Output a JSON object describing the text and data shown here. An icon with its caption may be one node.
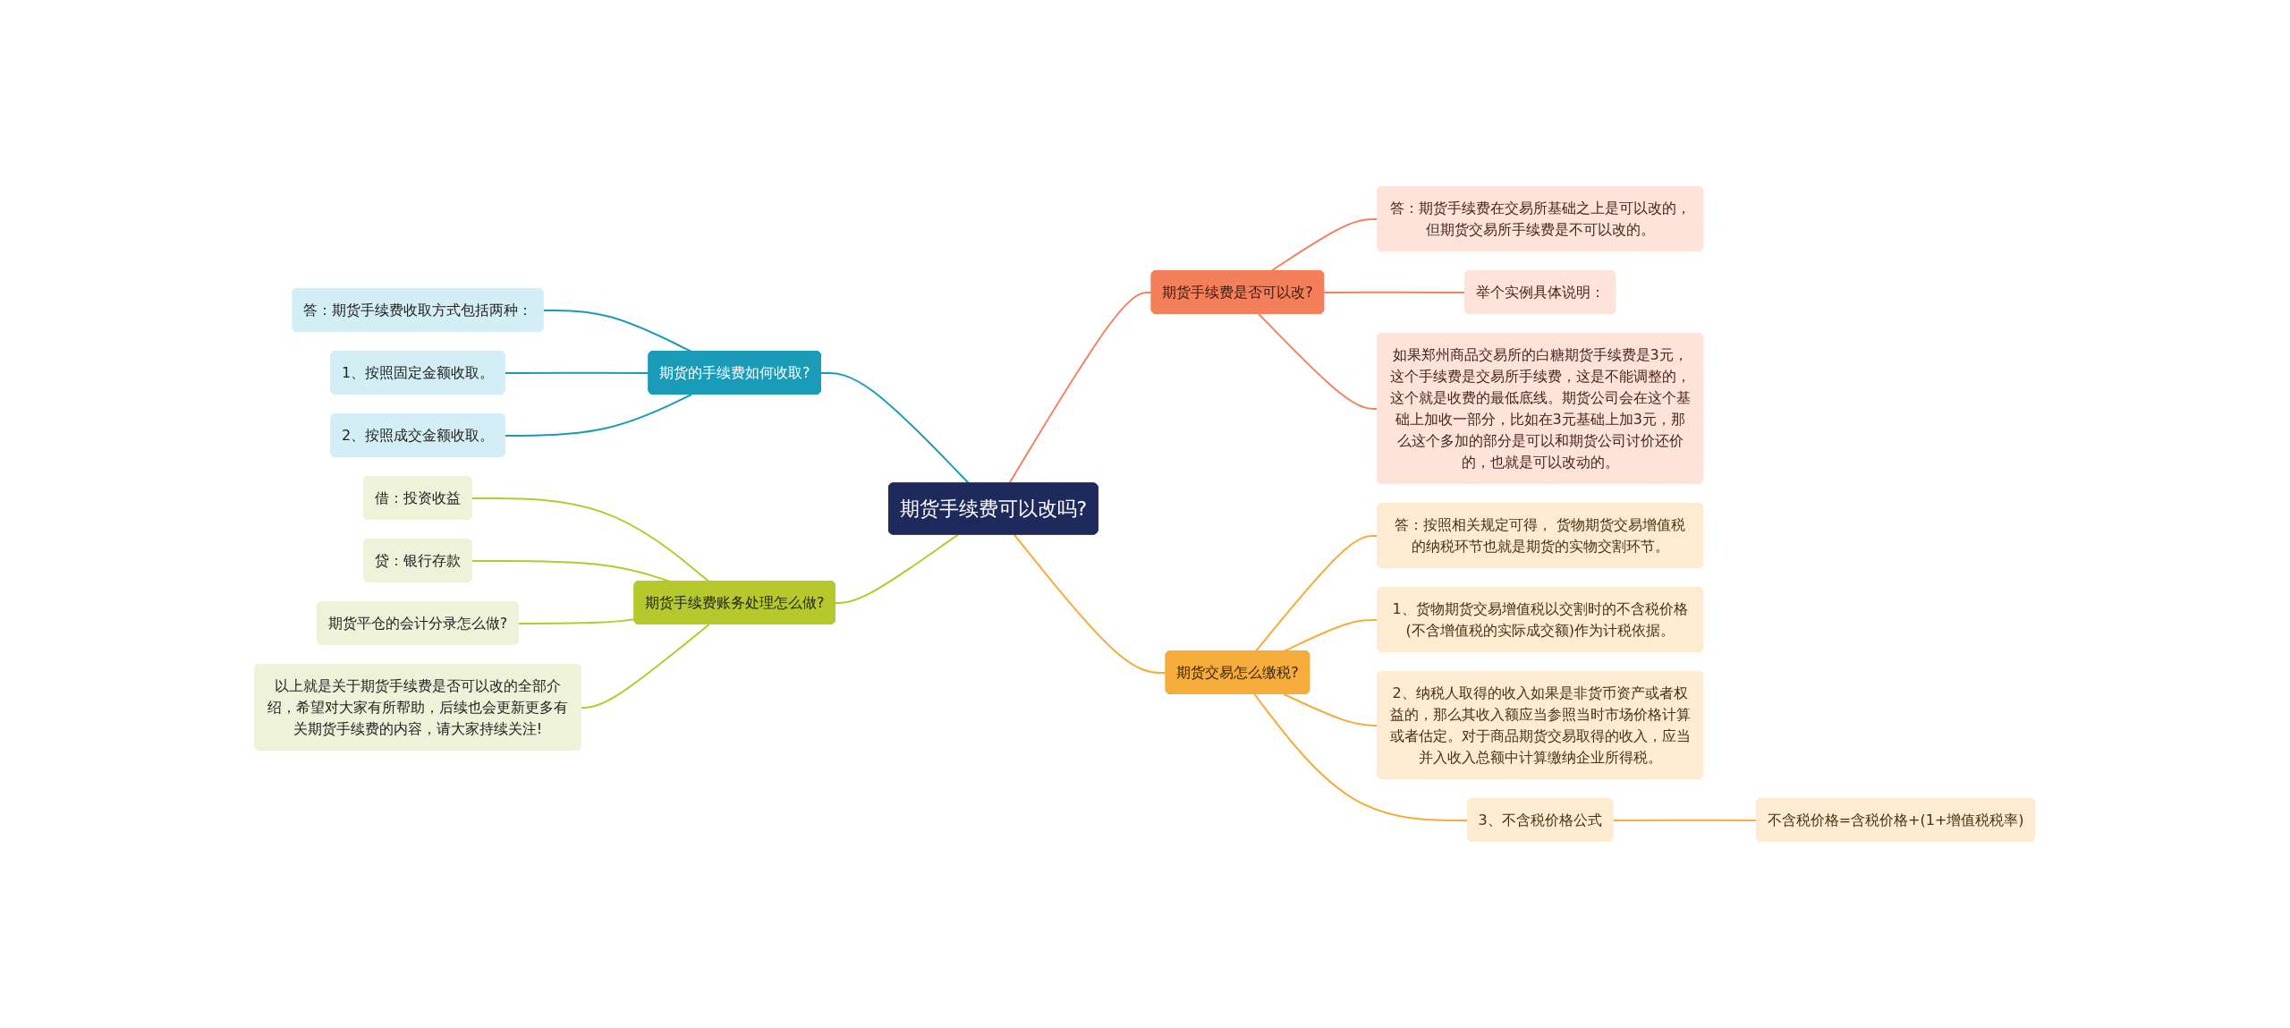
{
  "diagram": {
    "nodes": [
      {
        "text": [
          "期货手续费可以改吗?"
        ]
      },
      {
        "text": [
          "期货的手续费如何收取?"
        ]
      },
      {
        "text": [
          "答：期货手续费收取方式包括两种："
        ]
      },
      {
        "text": [
          "1、按照固定金额收取。"
        ]
      },
      {
        "text": [
          "2、按照成交金额收取。"
        ]
      },
      {
        "text": [
          "期货手续费账务处理怎么做?"
        ]
      },
      {
        "text": [
          "借：投资收益"
        ]
      },
      {
        "text": [
          "贷：银行存款"
        ]
      },
      {
        "text": [
          "期货平仓的会计分录怎么做?"
        ]
      },
      {
        "text": [
          "以上就是关于期货手续费是否可以改的全部介绍，希望对大家有所帮助，后续也会更新更多有关期货手续费的内容，请大家持续关注!"
        ]
      },
      {
        "text": [
          "期货手续费是否可以改?"
        ]
      },
      {
        "text": [
          "答：期货手续费在交易所基础之上是可以改的，但期货交易所手续费是不可以改的。"
        ]
      },
      {
        "text": [
          "举个实例具体说明："
        ]
      },
      {
        "text": [
          "如果郑州商品交易所的白糖期货手续费是3元，这个手续费是交易所手续费，这是不能调整的，这个就是收费的最低底线。期货公司会在这个基础上加收一部分，比如在3元基础上加3元，那么这个多加的部分是可以和期货公司讨价还价的，也就是可以改动的。"
        ]
      },
      {
        "text": [
          "期货交易怎么缴税?"
        ]
      },
      {
        "text": [
          "答：按照相关规定可得， 货物期货交易增值税的纳税环节也就是期货的实物交割环节。"
        ]
      },
      {
        "text": [
          "1、货物期货交易增值税以交割时的不含税价格(不含增值税的实际成交额)作为计税依据。"
        ]
      },
      {
        "text": [
          "2、纳税人取得的收入如果是非货币资产或者权益的，那么其收入额应当参照当时市场价格计算或者估定。对于商品期货交易取得的收入，应当并入收入总额中计算缴纳企业所得税。"
        ]
      },
      {
        "text": [
          "3、不含税价格公式"
        ]
      },
      {
        "text": [
          "不含税价格=含税价格+(1+增值税税率)"
        ]
      }
    ],
    "edges": [
      {
        "from": 1,
        "to": 0,
        "arrow": "none",
        "color": "#1a9bb8"
      },
      {
        "from": 2,
        "to": 1,
        "arrow": "none",
        "color": "#1a9bb8"
      },
      {
        "from": 3,
        "to": 1,
        "arrow": "none",
        "color": "#1a9bb8"
      },
      {
        "from": 4,
        "to": 1,
        "arrow": "none",
        "color": "#1a9bb8"
      },
      {
        "from": 5,
        "to": 0,
        "arrow": "none",
        "color": "#b5c92c"
      },
      {
        "from": 6,
        "to": 5,
        "arrow": "none",
        "color": "#b5c92c"
      },
      {
        "from": 7,
        "to": 5,
        "arrow": "none",
        "color": "#b5c92c"
      },
      {
        "from": 8,
        "to": 5,
        "arrow": "none",
        "color": "#b5c92c"
      },
      {
        "from": 9,
        "to": 5,
        "arrow": "none",
        "color": "#b5c92c"
      },
      {
        "from": 0,
        "to": 10,
        "arrow": "none",
        "color": "#f0825e"
      },
      {
        "from": 10,
        "to": 11,
        "arrow": "none",
        "color": "#f0825e"
      },
      {
        "from": 10,
        "to": 12,
        "arrow": "none",
        "color": "#f0825e"
      },
      {
        "from": 10,
        "to": 13,
        "arrow": "none",
        "color": "#f0825e"
      },
      {
        "from": 0,
        "to": 14,
        "arrow": "none",
        "color": "#f5ac3a"
      },
      {
        "from": 14,
        "to": 15,
        "arrow": "none",
        "color": "#f5ac3a"
      },
      {
        "from": 14,
        "to": 16,
        "arrow": "none",
        "color": "#f5ac3a"
      },
      {
        "from": 14,
        "to": 17,
        "arrow": "none",
        "color": "#f5ac3a"
      },
      {
        "from": 14,
        "to": 18,
        "arrow": "none",
        "color": "#f5ac3a"
      },
      {
        "from": 18,
        "to": 19,
        "arrow": "none",
        "color": "#f5ac3a"
      }
    ]
  }
}
